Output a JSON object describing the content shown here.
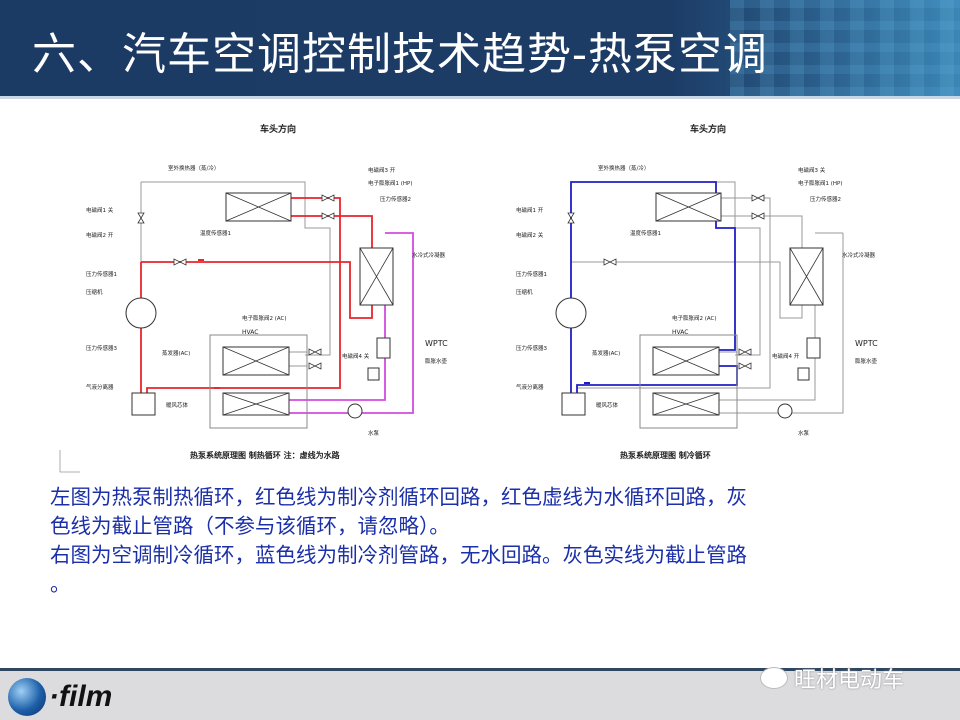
{
  "header": {
    "title": "六、汽车空调控制技术趋势-热泵空调"
  },
  "colors": {
    "heating_refrigerant": "#e8262b",
    "water_loop": "#d24be0",
    "cooling_refrigerant": "#1f1fc8",
    "inactive": "#b0b0b0",
    "text_blue": "#1b2fa8"
  },
  "diagrams": [
    {
      "mode": "heating",
      "labels": {
        "direction": "车头方向",
        "outdoor_hx": "室外换热器（蒸/冷）",
        "temp_sensor1": "温度传感器1",
        "valve3": "电磁阀3 开",
        "exv1": "电子膨胀阀1 (HP)",
        "pressure2": "压力传感器2",
        "valve1": "电磁阀1 关",
        "valve2": "电磁阀2 开",
        "pressure1": "压力传感器1",
        "compressor": "压缩机",
        "water_hx": "水冷式冷凝器",
        "exv2": "电子膨胀阀2 (AC)",
        "hvac": "HVAC",
        "evaporator": "蒸发器(AC)",
        "valve4": "电磁阀4 关",
        "wptc": "WPTC",
        "tank": "膨胀水壶",
        "pressure3": "压力传感器3",
        "separator": "气液分离器",
        "heater_core": "暖风芯体",
        "pump": "水泵",
        "caption": "热泵系统原理图  制热循环  注：虚线为水路"
      }
    },
    {
      "mode": "cooling",
      "labels": {
        "direction": "车头方向",
        "outdoor_hx": "室外换热器（蒸/冷）",
        "temp_sensor1": "温度传感器1",
        "valve3": "电磁阀3 关",
        "exv1": "电子膨胀阀1 (HP)",
        "pressure2": "压力传感器2",
        "valve1": "电磁阀1 开",
        "valve2": "电磁阀2 关",
        "pressure1": "压力传感器1",
        "compressor": "压缩机",
        "water_hx": "水冷式冷凝器",
        "exv2": "电子膨胀阀2 (AC)",
        "hvac": "HVAC",
        "evaporator": "蒸发器(AC)",
        "valve4": "电磁阀4 开",
        "wptc": "WPTC",
        "tank": "膨胀水壶",
        "pressure3": "压力传感器3",
        "separator": "气液分离器",
        "heater_core": "暖风芯体",
        "pump": "水泵",
        "caption": "热泵系统原理图  制冷循环"
      }
    }
  ],
  "description": [
    "左图为热泵制热循环，红色线为制冷剂循环回路，红色虚线为水循环回路，灰",
    "色线为截止管路（不参与该循环，请忽略）。",
    "右图为空调制冷循环，蓝色线为制冷剂管路，无水回路。灰色实线为截止管路",
    "。"
  ],
  "footer": {
    "logo_text": "·film",
    "watermark": "旺材电动车"
  }
}
